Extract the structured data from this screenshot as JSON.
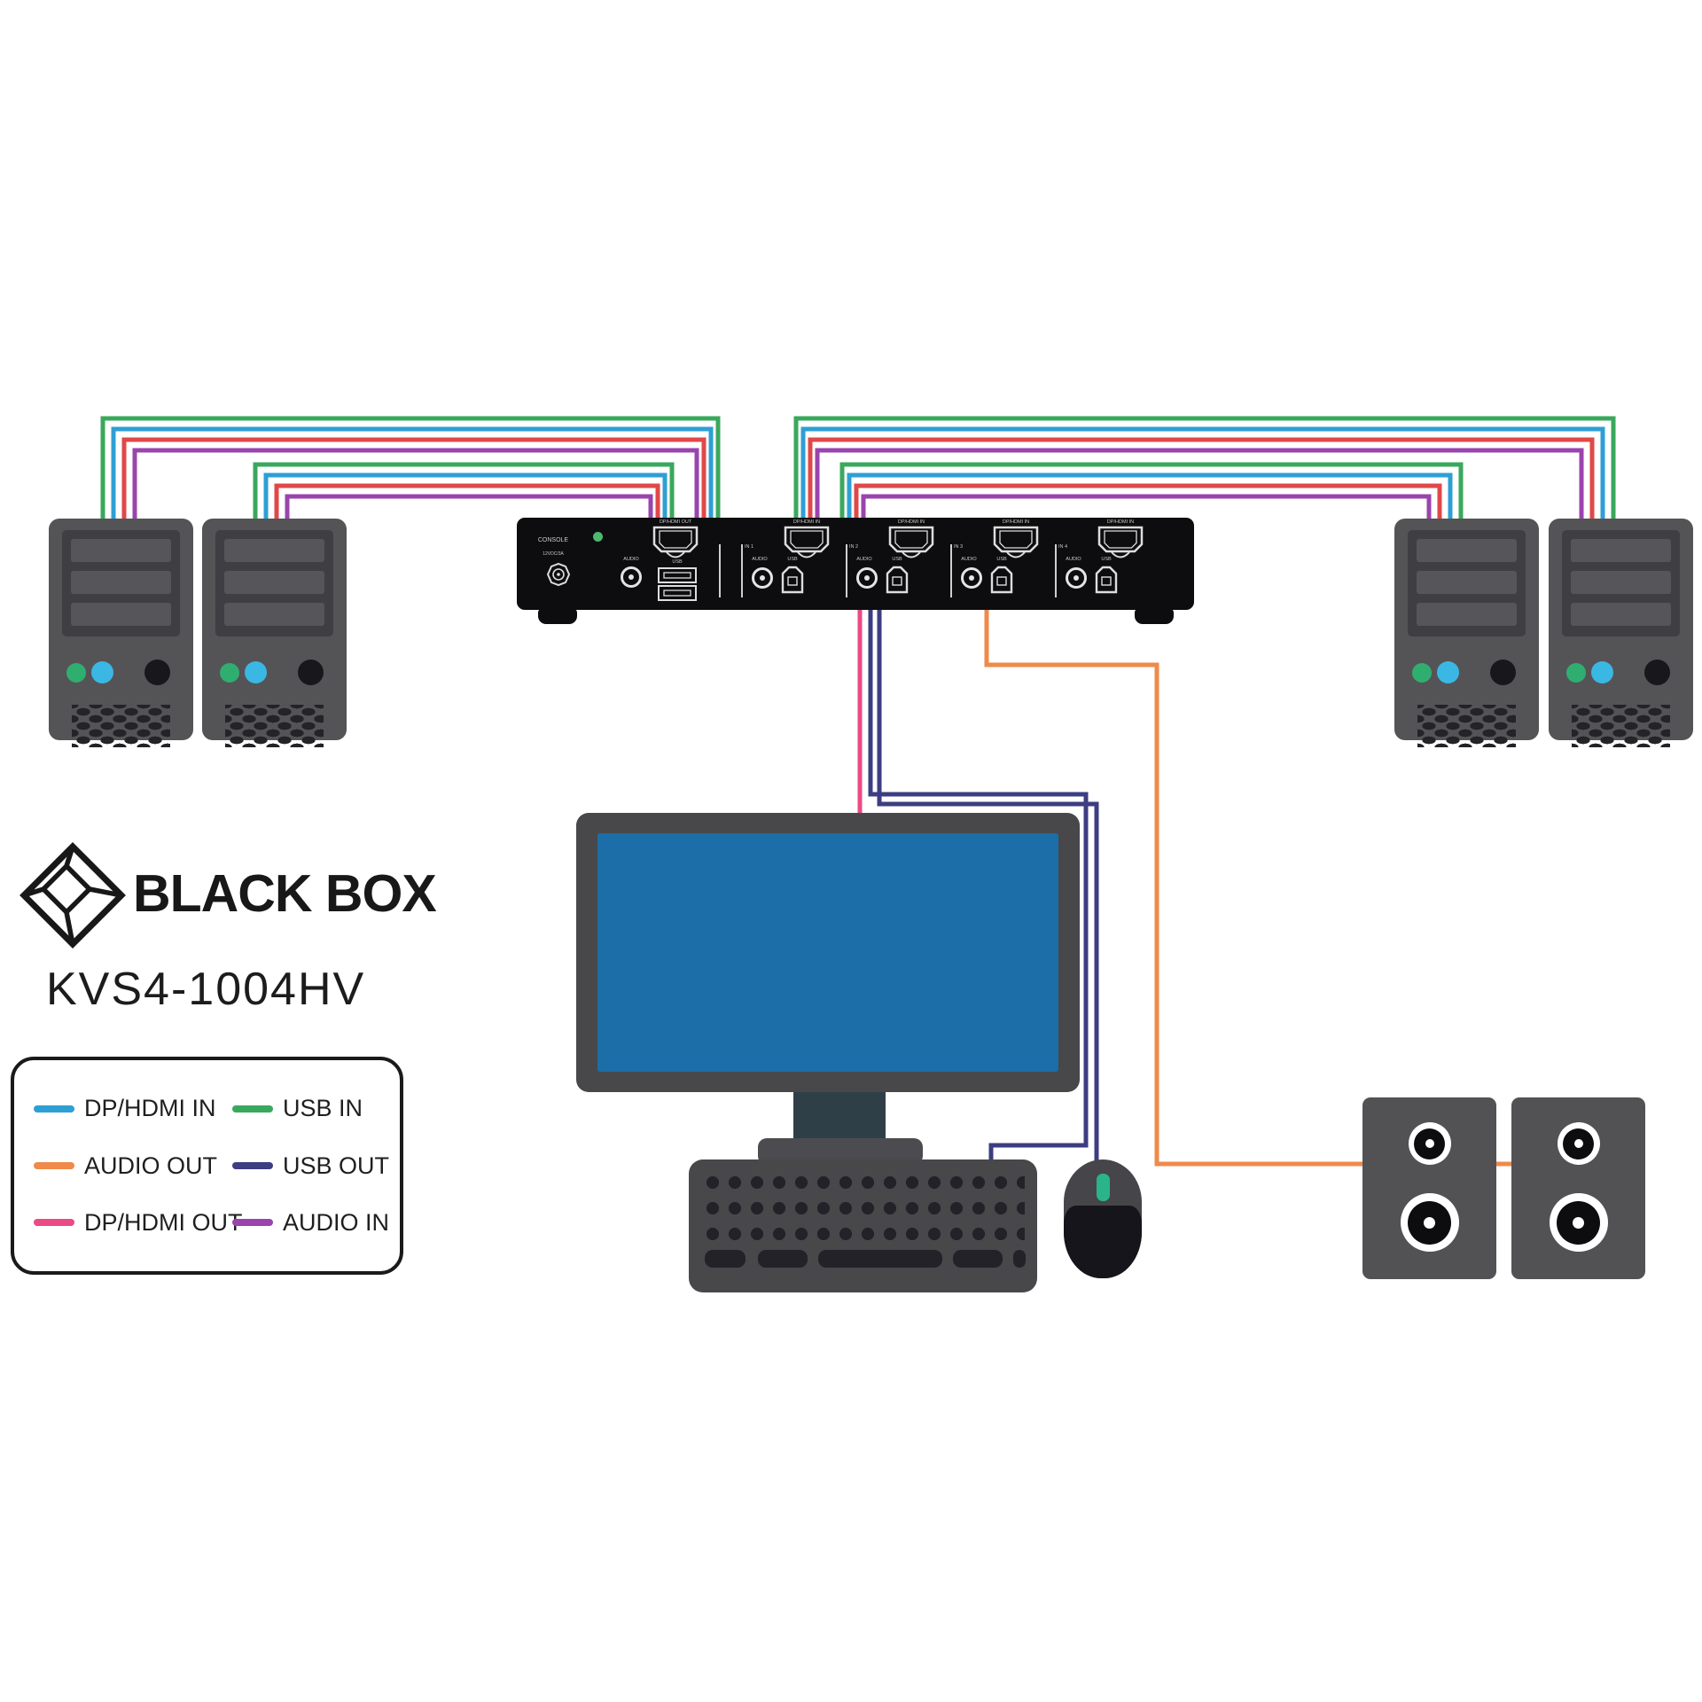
{
  "brand": {
    "logo_text": "BLACK BOX",
    "model": "KVS4-1004HV"
  },
  "colors": {
    "dp_hdmi_in": "#2e9fd4",
    "usb_in": "#3aa85c",
    "audio_out": "#ef8a4a",
    "usb_out": "#3d3d82",
    "dp_hdmi_out": "#ea4a86",
    "audio_in": "#9a44ad",
    "red_video": "#e04848",
    "led_green": "#4db870",
    "screen_blue": "#1b6ea8",
    "tower_button_green": "#2fae70",
    "tower_button_cyan": "#3bb7e3",
    "mouse_scroll_green": "#2bb389"
  },
  "legend": {
    "items": [
      {
        "label": "DP/HDMI IN",
        "color": "#2e9fd4"
      },
      {
        "label": "USB IN",
        "color": "#3aa85c"
      },
      {
        "label": "AUDIO OUT",
        "color": "#ef8a4a"
      },
      {
        "label": "USB OUT",
        "color": "#3d3d82"
      },
      {
        "label": "DP/HDMI OUT",
        "color": "#ea4a86"
      },
      {
        "label": "AUDIO IN",
        "color": "#9a44ad"
      }
    ]
  },
  "kvm": {
    "console": {
      "label": "CONSOLE",
      "power_label": "12VDC/3A",
      "audio_label": "AUDIO",
      "usb_label": "USB",
      "video_out_label": "DP/HDMI OUT"
    },
    "groups": [
      {
        "id": "IN 1",
        "audio_label": "AUDIO",
        "usb_label": "USB",
        "video_in_label": "DP/HDMI IN"
      },
      {
        "id": "IN 2",
        "audio_label": "AUDIO",
        "usb_label": "USB",
        "video_in_label": "DP/HDMI IN"
      },
      {
        "id": "IN 3",
        "audio_label": "AUDIO",
        "usb_label": "USB",
        "video_in_label": "DP/HDMI IN"
      },
      {
        "id": "IN 4",
        "audio_label": "AUDIO",
        "usb_label": "USB",
        "video_in_label": "DP/HDMI IN"
      }
    ]
  }
}
